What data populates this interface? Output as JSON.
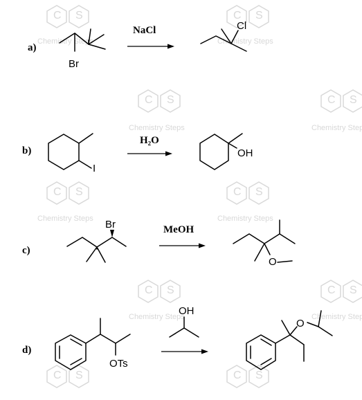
{
  "watermark": {
    "text": "Chemistry Steps",
    "left_letter": "C",
    "right_letter": "S"
  },
  "reactions": [
    {
      "label": "a)",
      "reagent": "NaCl",
      "reactant_atoms": [
        "Br"
      ],
      "product_atoms": [
        "Cl"
      ]
    },
    {
      "label": "b)",
      "reagent": "H₂O",
      "reactant_atoms": [
        "I"
      ],
      "product_atoms": [
        "OH"
      ]
    },
    {
      "label": "c)",
      "reagent": "MeOH",
      "reactant_atoms": [
        "Br"
      ],
      "product_atoms": [
        "O"
      ]
    },
    {
      "label": "d)",
      "reagent": "",
      "reagent_structure_atoms": [
        "OH"
      ],
      "reactant_atoms": [
        "OTs"
      ],
      "product_atoms": [
        "O"
      ]
    }
  ]
}
